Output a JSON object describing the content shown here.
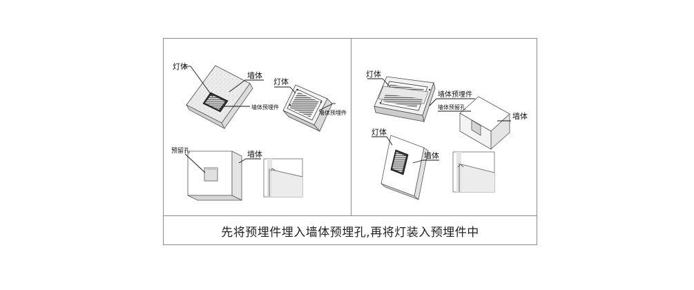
{
  "caption": "先将预埋件埋入墙体预埋孔,再将灯装入预埋件中",
  "left_panel": {
    "lamp_label_1": "灯体",
    "wall_label_1": "墙体",
    "lamp_label_2": "灯体",
    "embed_label_1": "墙体预埋件",
    "embed_label_2": "墙体预埋件",
    "hole_label": "预留孔",
    "wall_label_2": "墙体"
  },
  "right_panel": {
    "lamp_label_1": "灯体",
    "embed_label": "墙体预埋件",
    "hole_label": "墙体预留孔",
    "wall_label_1": "墙体",
    "lamp_label_2": "灯体",
    "wall_label_2": "墙体"
  },
  "colors": {
    "line": "#111111",
    "frame": "#8a8a8a",
    "wall_fill": "#e9e9e9",
    "speckle": "#cfcfcf"
  }
}
